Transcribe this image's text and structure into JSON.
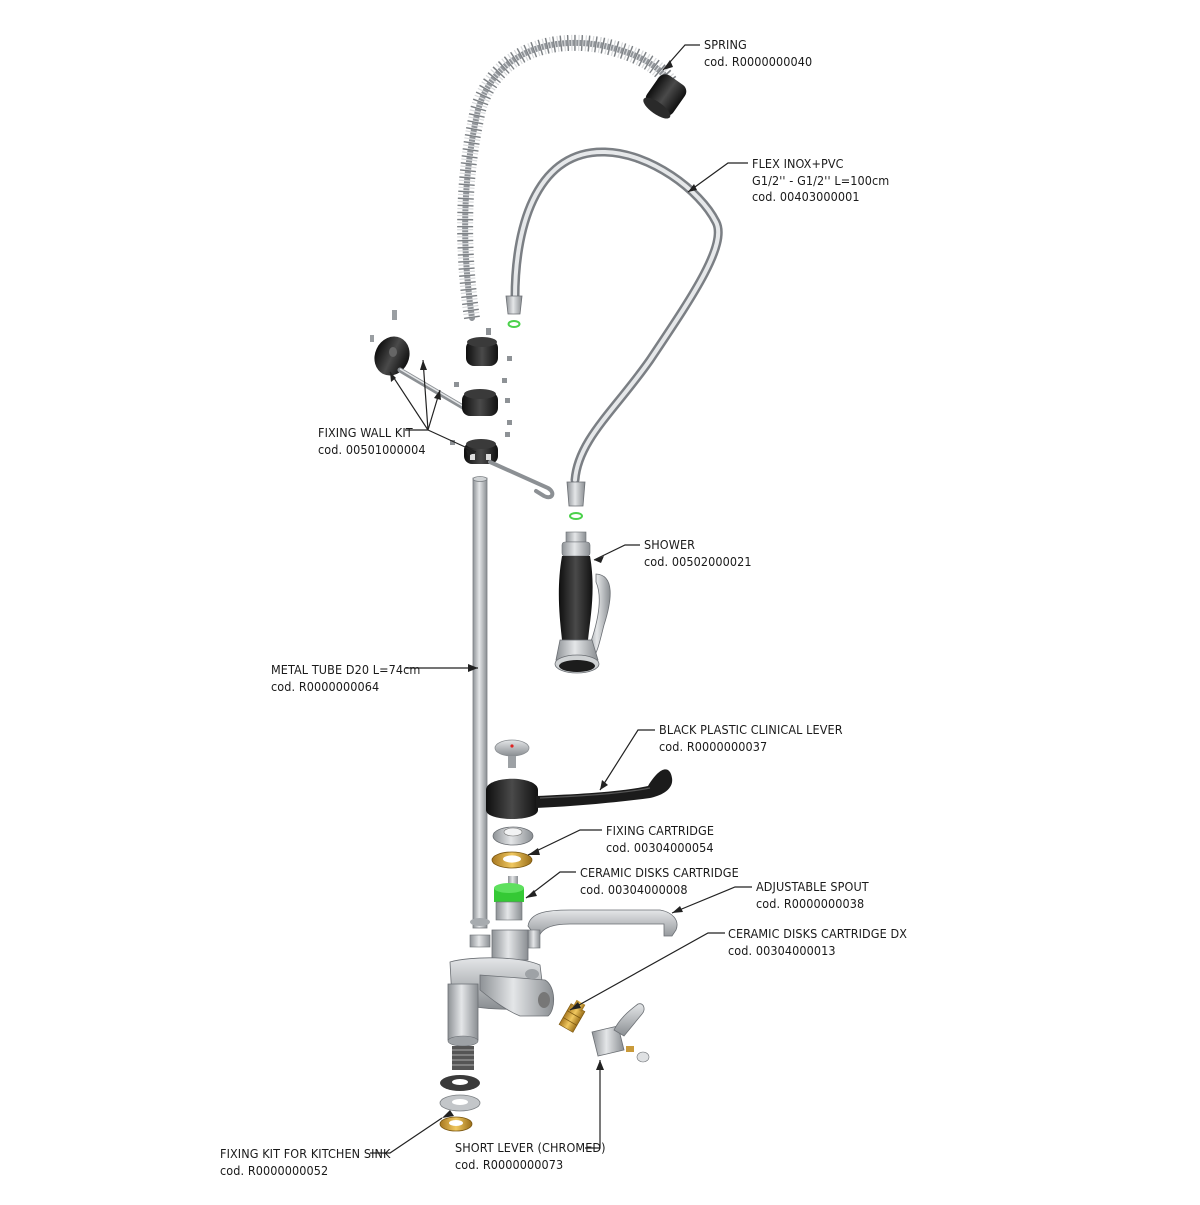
{
  "labels": {
    "spring": {
      "name": "SPRING",
      "code": "cod. R0000000040"
    },
    "flex": {
      "name": "FLEX INOX+PVC",
      "spec": "G1/2'' - G1/2'' L=100cm",
      "code": "cod. 00403000001"
    },
    "wall_kit": {
      "name": "FIXING WALL KIT",
      "code": "cod. 00501000004"
    },
    "shower": {
      "name": "SHOWER",
      "code": "cod. 00502000021"
    },
    "tube": {
      "name": "METAL TUBE D20 L=74cm",
      "code": "cod. R0000000064"
    },
    "clinical_lever": {
      "name": "BLACK PLASTIC CLINICAL LEVER",
      "code": "cod. R0000000037"
    },
    "fixing_cartridge": {
      "name": "FIXING CARTRIDGE",
      "code": "cod. 00304000054"
    },
    "ceramic_cartridge": {
      "name": "CERAMIC DISKS CARTRIDGE",
      "code": "cod. 00304000008"
    },
    "spout": {
      "name": "ADJUSTABLE SPOUT",
      "code": "cod. R0000000038"
    },
    "ceramic_dx": {
      "name": "CERAMIC DISKS CARTRIDGE DX",
      "code": "cod. 00304000013"
    },
    "sink_kit": {
      "name": "FIXING KIT FOR KITCHEN SINK",
      "code": "cod. R0000000052"
    },
    "short_lever": {
      "name": "SHORT LEVER (CHROMED)",
      "code": "cod. R0000000073"
    }
  },
  "colors": {
    "metal": "#b9bcc0",
    "metal_dark": "#7d8186",
    "black_part": "#1c1c1c",
    "brass": "#c99a3a",
    "green": "#3ccf3c",
    "leader": "#222222"
  }
}
